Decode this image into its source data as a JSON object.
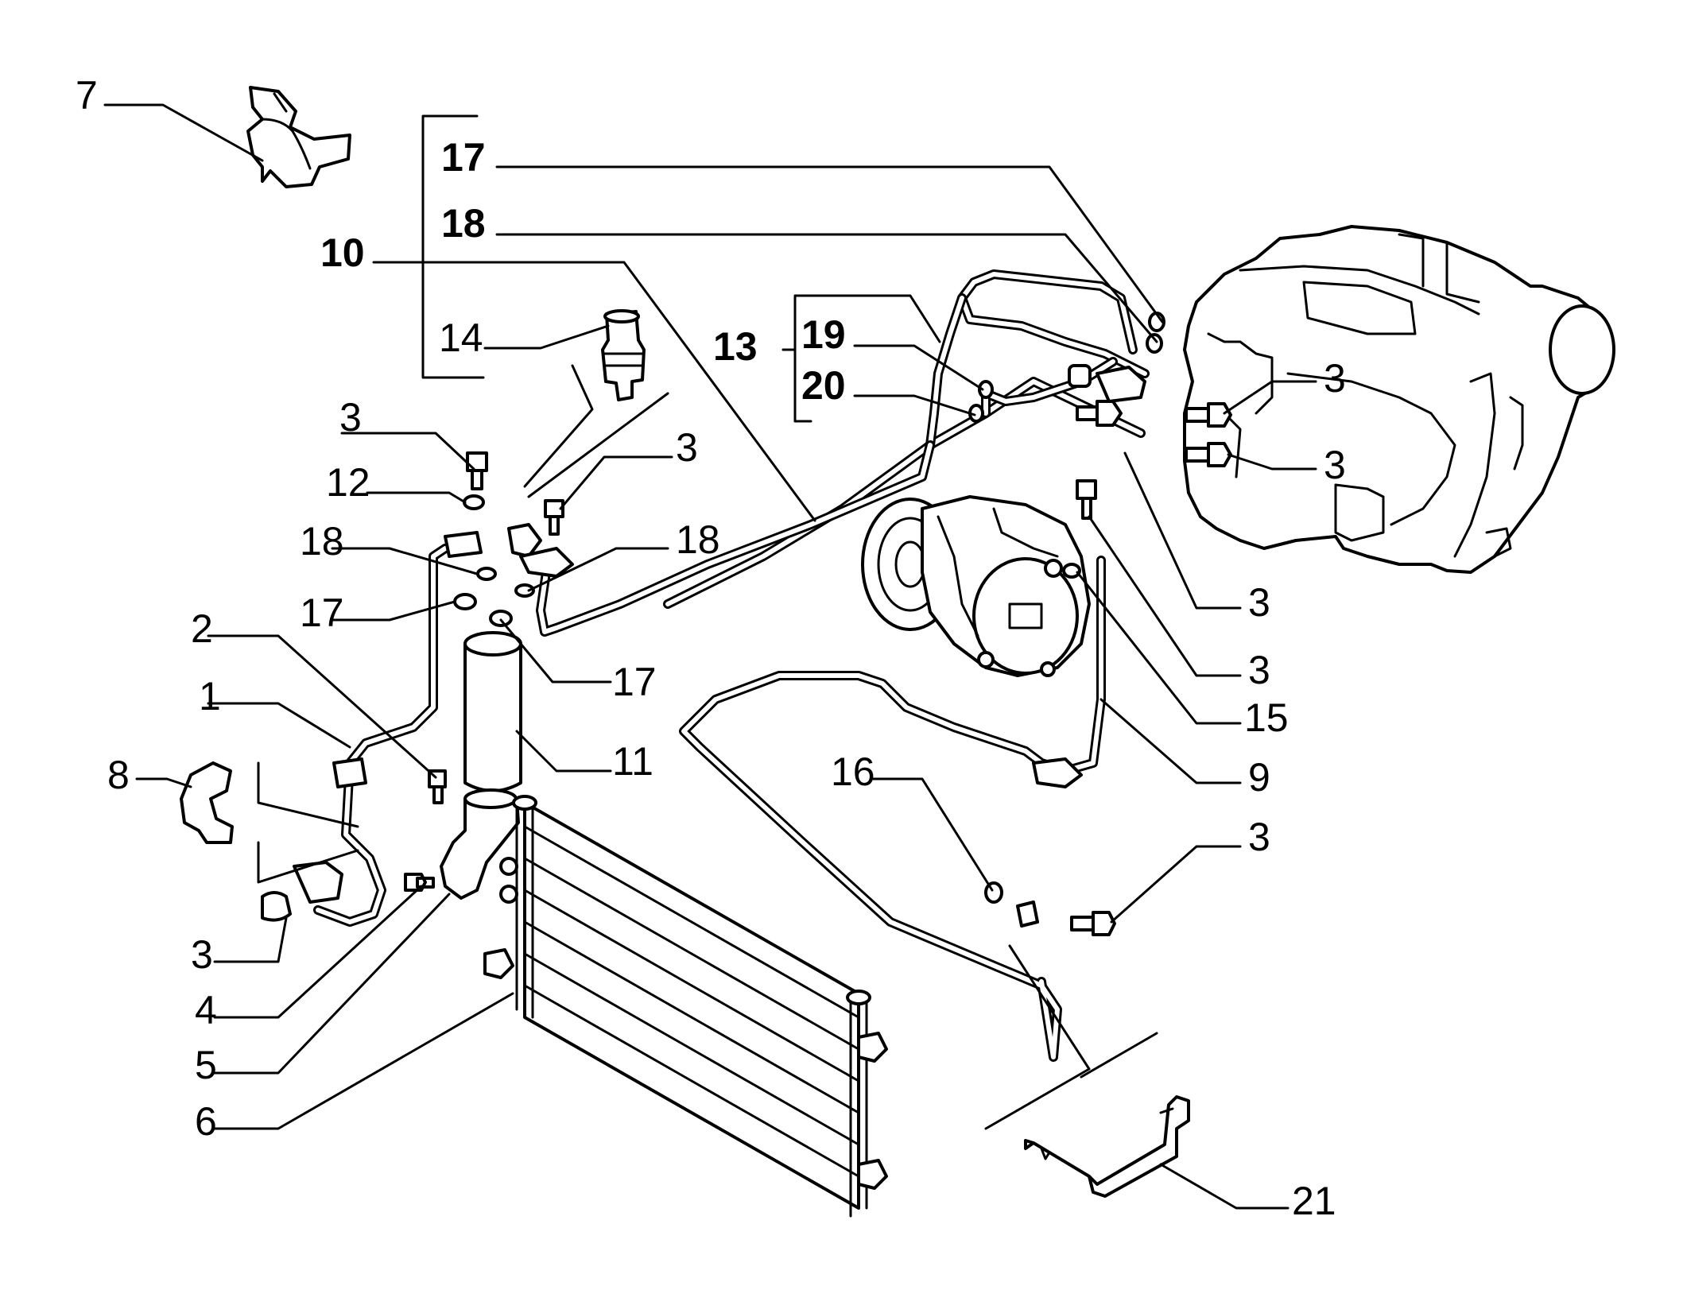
{
  "labels": {
    "l7": "7",
    "l17a": "17",
    "l18a": "18",
    "l10": "10",
    "l14": "14",
    "l13": "13",
    "l19": "19",
    "l20": "20",
    "l3a": "3",
    "l3b": "3",
    "l3c": "3",
    "l12": "12",
    "l3d": "3",
    "l18b": "18",
    "l18c": "18",
    "l17b": "17",
    "l17c": "17",
    "l3e": "3",
    "l3f": "3",
    "l2": "2",
    "l15": "15",
    "l1": "1",
    "l11": "11",
    "l8": "8",
    "l9": "9",
    "l16": "16",
    "l3g": "3",
    "l3h": "3",
    "l4": "4",
    "l5": "5",
    "l6": "6",
    "l21": "21"
  }
}
